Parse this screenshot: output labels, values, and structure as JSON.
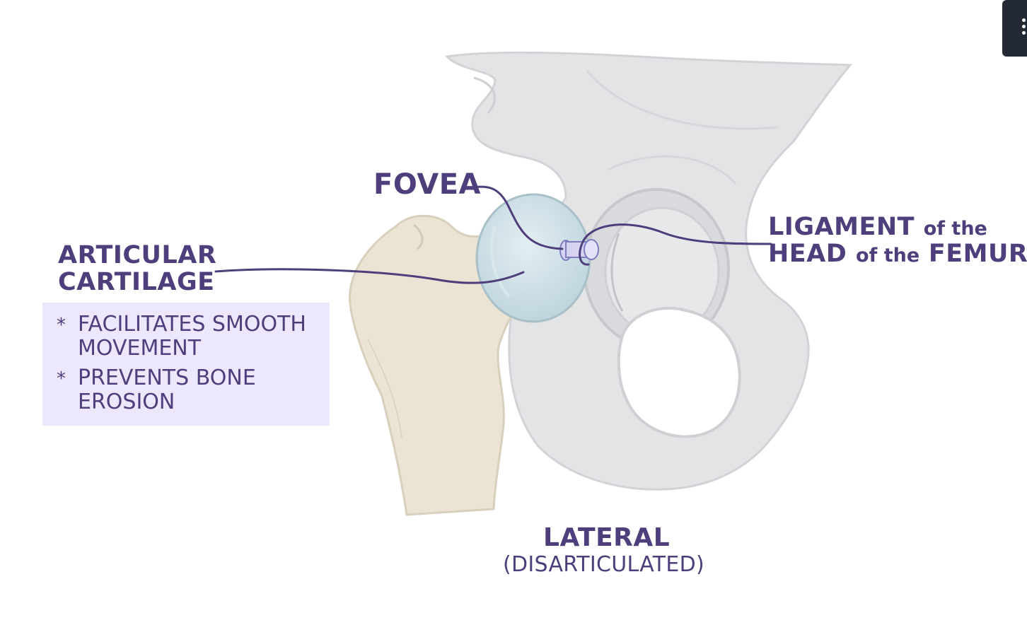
{
  "labels": {
    "fovea": "FOVEA",
    "articular_cartilage": "ARTICULAR\nCARTILAGE",
    "ligament_line1": "LIGAMENT",
    "ligament_of1": "of the",
    "ligament_line2": "HEAD",
    "ligament_of2": "of the",
    "ligament_femur": "FEMUR",
    "view": "LATERAL",
    "view_sub": "(DISARTICULATED)"
  },
  "notes": {
    "bullet": "*",
    "items": [
      "FACILITATES SMOOTH\nMOVEMENT",
      "PREVENTS BONE\nEROSION"
    ]
  },
  "colors": {
    "label_text": "#4e3f7c",
    "note_background": "#ece7fb",
    "pelvis": "#e3e4e6",
    "femur": "#ebe3d3",
    "cartilage": "#cfe1e8",
    "menu_button": "#232a36"
  },
  "icons": {
    "menu": "more-vertical-icon"
  }
}
